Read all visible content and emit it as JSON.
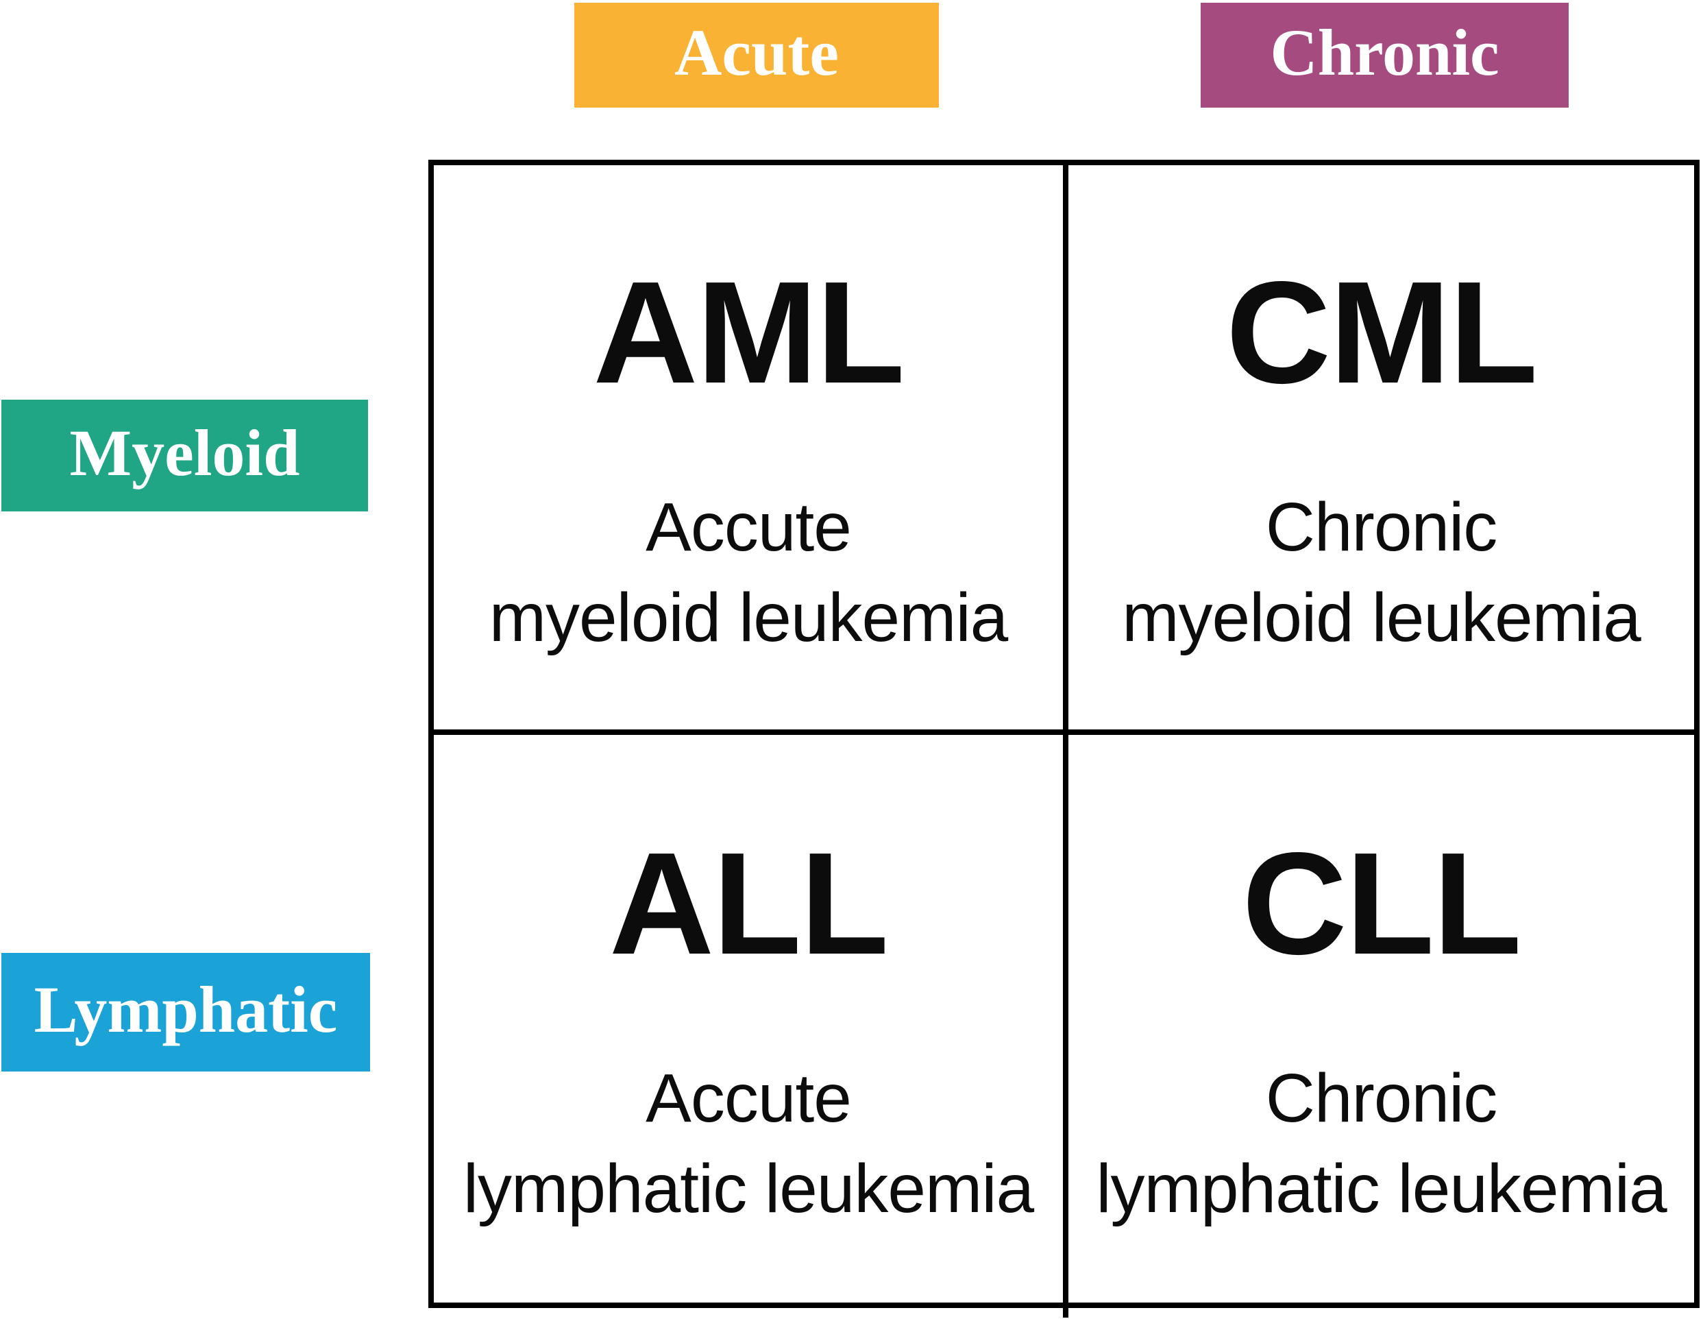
{
  "columns": [
    {
      "label": "Acute",
      "color": "#F9B233"
    },
    {
      "label": "Chronic",
      "color": "#A54B80"
    }
  ],
  "rows": [
    {
      "label": "Myeloid",
      "color": "#20A585"
    },
    {
      "label": "Lymphatic",
      "color": "#1BA3D7"
    }
  ],
  "cells": [
    {
      "acronym": "AML",
      "caption": [
        "Accute",
        "myeloid leukemia"
      ]
    },
    {
      "acronym": "CML",
      "caption": [
        "Chronic",
        "myeloid leukemia"
      ]
    },
    {
      "acronym": "ALL",
      "caption": [
        "Accute",
        "lymphatic leukemia"
      ]
    },
    {
      "acronym": "CLL",
      "caption": [
        "Chronic",
        "lymphatic leukemia"
      ]
    }
  ],
  "colors": {
    "grid_line": "#000000",
    "cell_text": "#0c0c0c",
    "header_text": "#ffffff",
    "background": "#ffffff"
  }
}
